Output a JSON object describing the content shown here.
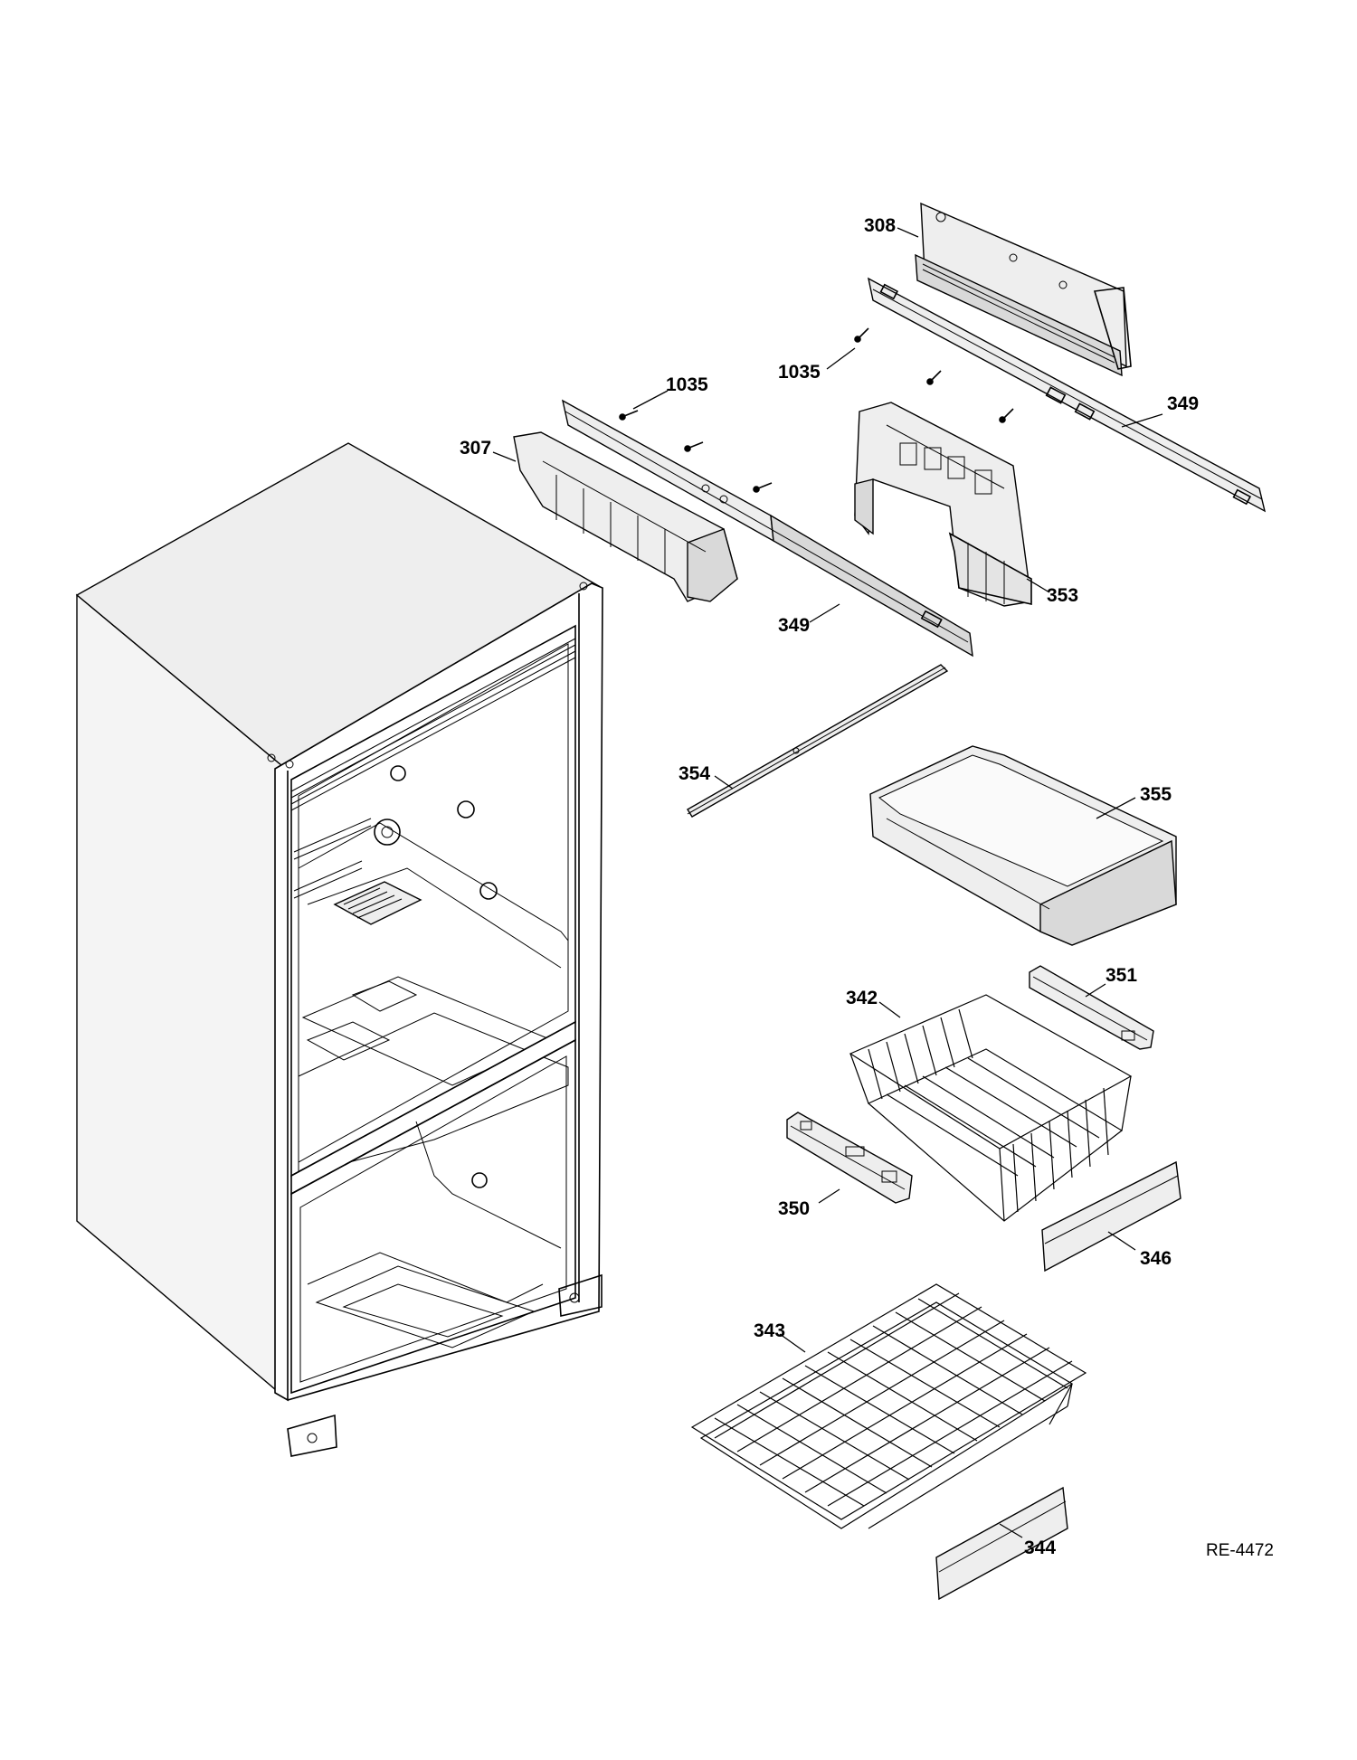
{
  "diagram": {
    "reference_code": "RE-4472",
    "labels": {
      "p308": "308",
      "p1035_upper": "1035",
      "p1035_left": "1035",
      "p349_right": "349",
      "p307": "307",
      "p349_left": "349",
      "p353": "353",
      "p354": "354",
      "p355": "355",
      "p342": "342",
      "p351": "351",
      "p350": "350",
      "p346": "346",
      "p343": "343",
      "p344": "344"
    }
  }
}
